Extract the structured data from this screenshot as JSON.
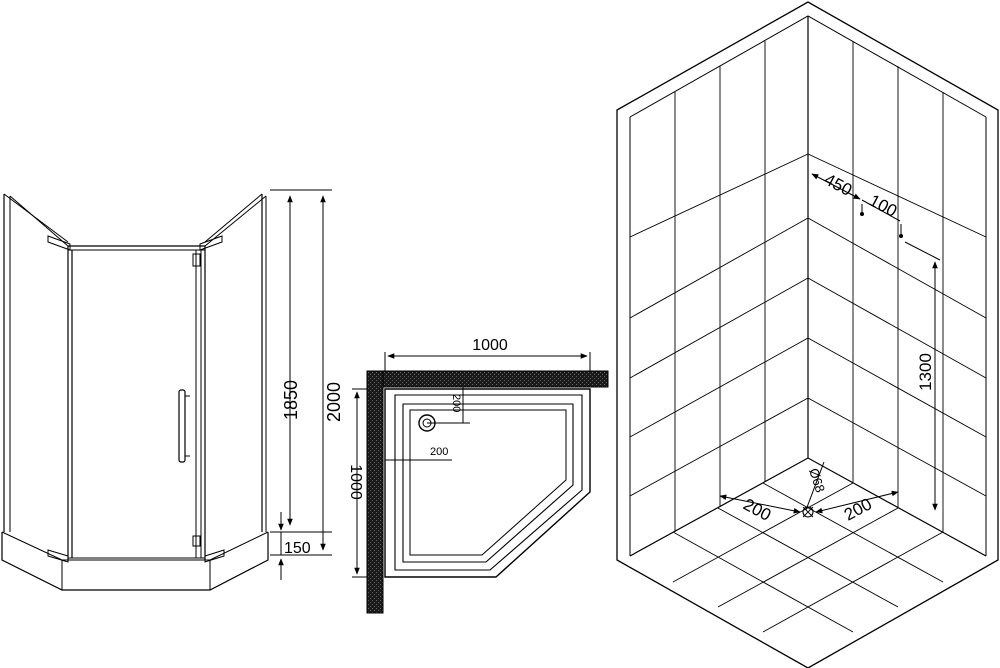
{
  "front_view": {
    "total_height": "2000",
    "door_height": "1850",
    "base_height": "150"
  },
  "tray_plan": {
    "width": "1000",
    "depth": "1000",
    "drain_offset_a": "200",
    "drain_offset_b": "200"
  },
  "wall_view": {
    "valve_offset": "450",
    "valve_spacing": "100",
    "valve_height": "1300",
    "drain_offset_left": "200",
    "drain_offset_right": "200",
    "drain_diameter": "Ø68"
  }
}
